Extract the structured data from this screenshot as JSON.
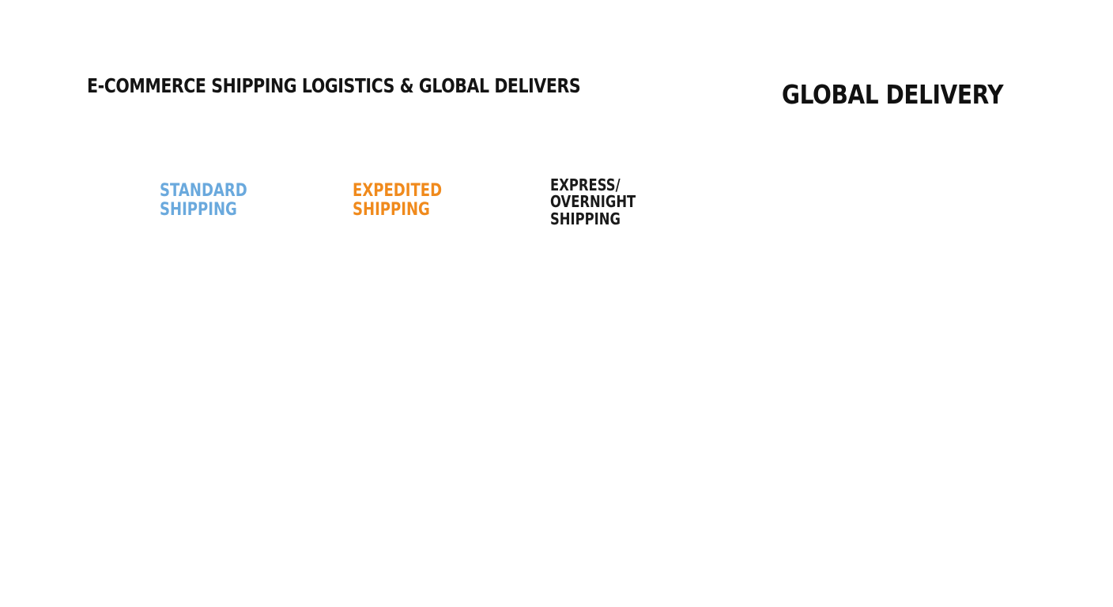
{
  "title": "E-COMMERCE SHIPPING LOGISTICS & GLOBAL DELIVERS",
  "global_section": {
    "title": "GLOBAL DELIVERY"
  },
  "shipping_options": [
    {
      "line1": "STANDARD",
      "line2": "SHIPPING",
      "line3": "",
      "icon": "clock-icon",
      "color": "#7cb8e6",
      "label_color": "#6aa9dd"
    },
    {
      "line1": "EXPEDITED",
      "line2": "SHIPPING",
      "line3": "",
      "icon": "stopwatch-icon",
      "color": "#f39019",
      "label_color": "#f08a1c"
    },
    {
      "line1": "EXPRESS/",
      "line2": "OVERNIGHT",
      "line3": "SHIPPING",
      "icon": "winged-shoe-icon",
      "color": "#66389a",
      "label_color": "#1a1a1a"
    }
  ],
  "colors": {
    "box": "#c98f5c",
    "box_dark": "#b07445",
    "tape": "#f2d3ad",
    "ocean": "#7fb3e3",
    "land": "#3e76b5",
    "hill": "#3a6fb0",
    "hill_light": "#a8cdec"
  }
}
